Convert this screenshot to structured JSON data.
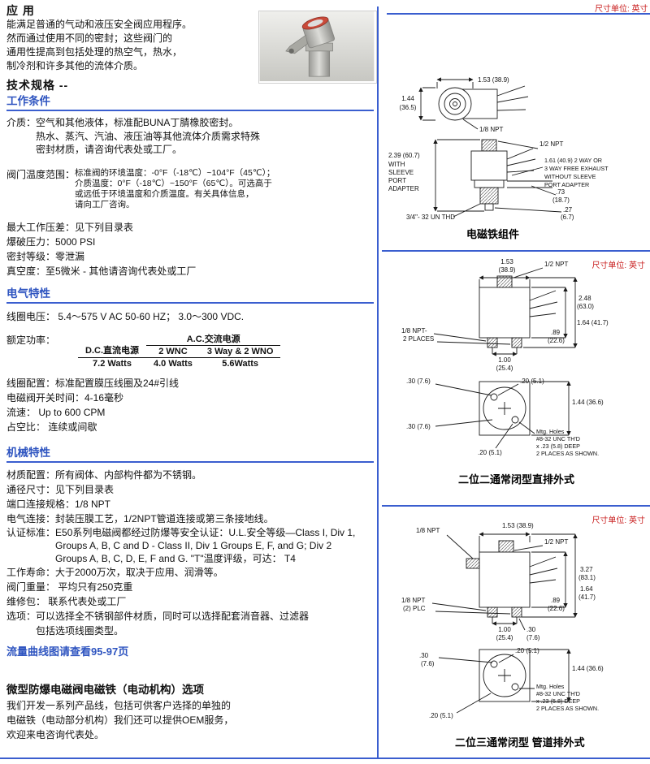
{
  "left": {
    "application": {
      "title": "应 用",
      "lines": [
        "能满足普通的气动和液压安全阀应用程序。",
        "然而通过使用不同的密封；这些阀门的",
        "通用性提高到包括处理的热空气，热水，",
        "制冷剂和许多其他的流体介质。"
      ]
    },
    "tech_title": "技术规格 --",
    "working": {
      "title": "工作条件",
      "medium_label": "介质：",
      "medium_lines": [
        "空气和其他液体，标准配BUNA丁腈橡胶密封。",
        "热水、蒸汽、汽油、液压油等其他流体介质需求特殊",
        "密封材质，请咨询代表处或工厂。"
      ],
      "temp_label": "阀门温度范围：",
      "temp_lines": [
        "标准阀的环境温度：-0°F（-18℃）~104°F（45℃）；",
        "介质温度：0°F（-18℃）~150°F（65℃）。可选高于",
        "或远低于环境温度和介质温度。有关具体信息，",
        "请向工厂咨询。"
      ],
      "items": [
        "最大工作压差：见下列目录表",
        "爆破压力：5000 PSI",
        "密封等级：零泄漏",
        "真空度：至5微米 - 其他请咨询代表处或工厂"
      ]
    },
    "electrical": {
      "title": "电气特性",
      "coil_voltage": "线圈电压： 5.4～575 V AC 50-60 HZ；  3.0～300 VDC.",
      "power_label": "额定功率：",
      "table": {
        "ac_header": "A.C.交流电源",
        "col1": "D.C.直流电源",
        "col2": "2 WNC",
        "col3": "3 Way & 2 WNO",
        "v1": "7.2 Watts",
        "v2": "4.0 Watts",
        "v3": "5.6Watts"
      },
      "items": [
        "线圈配置：标准配置膜压线圈及24#引线",
        "电磁阀开关时间：4-16毫秒",
        "流速： Up to 600 CPM",
        "占空比： 连续或间歇"
      ]
    },
    "mechanical": {
      "title": "机械特性",
      "items": [
        "材质配置：所有阀体、内部构件都为不锈钢。",
        "通径尺寸：见下列目录表",
        "端口连接规格：1/8 NPT",
        "电气连接：封装压膜工艺，1/2NPT管道连接或第三条接地线。"
      ],
      "cert_label": "认证标准：",
      "cert_lines": [
        "E50系列电磁阀都经过防爆等安全认证：U.L.安全等级—Class I, Div 1,",
        "Groups A, B, C and D - Class II, Div 1 Groups E, F, and G; Div 2",
        "Groups A, B, C, D, E, F and G. \"T\"温度评级，可达：  T4"
      ],
      "items2": [
        "工作寿命：大于2000万次，取决于应用、润滑等。",
        "阀门重量： 平均只有250克重",
        "维修包： 联系代表处或工厂",
        "选项：可以选择全不锈钢部件材质，同时可以选择配套消音器、过滤器",
        "包括选项线圈类型。"
      ]
    },
    "flow_note": "流量曲线图请查看95-97页",
    "micro": {
      "title": "微型防爆电磁阀电磁铁（电动机构）选项",
      "lines": [
        "我们开发一系列产品线，包括可供客户选择的单独的",
        "电磁铁（电动部分机构）我们还可以提供OEM服务，",
        "欢迎来电咨询代表处。"
      ]
    }
  },
  "right": {
    "unit_note": "尺寸单位: 英寸",
    "panel1": {
      "caption": "电磁铁组件",
      "labels": {
        "dim153": "1.53 (38.9)",
        "dim144a": "1.44",
        "dim144b": "(36.5)",
        "npt18": "1/8 NPT",
        "dim239": "2.39 (60.7)",
        "with": "WITH",
        "sleeve": "SLEEVE",
        "port": "PORT",
        "adapter": "ADAPTER",
        "npt12": "1/2 NPT",
        "l161a": "1.61 (40.9) 2 WAY OR",
        "l161b": "3 WAY FREE EXHAUST",
        "l161c": "WITHOUT SLEEVE",
        "l161d": "PORT ADAPTER",
        "dim73a": ".73",
        "dim73b": "(18.7)",
        "dim27a": ".27",
        "dim27b": "(6.7)",
        "thd": "3/4\"- 32 UN THD"
      }
    },
    "panel2": {
      "caption": "二位二通常闭型直排外式",
      "labels": {
        "dim153a": "1.53",
        "dim153b": "(38.9)",
        "npt12": "1/2 NPT",
        "dim248a": "2.48",
        "dim248b": "(63.0)",
        "dim164": "1.64 (41.7)",
        "dim89a": ".89",
        "dim89b": "(22.6)",
        "npt18a": "1/8 NPT-",
        "npt18b": "2 PLACES",
        "dim100a": "1.00",
        "dim100b": "(25.4)",
        "dim30t": ".30 (7.6)",
        "dim20t": ".20 (5.1)",
        "dim144": "1.44 (36.6)",
        "dim30b": ".30 (7.6)",
        "dim20b": ".20 (5.1)",
        "mtg1": "Mtg. Holes",
        "mtg2": "#8-32 UNC TH'D",
        "mtg3": "x .23 (5.8) DEEP",
        "mtg4": "2 PLACES AS SHOWN."
      }
    },
    "panel3": {
      "caption": "二位三通常闭型 管道排外式",
      "labels": {
        "npt18top": "1/8 NPT",
        "dim153": "1.53 (38.9)",
        "npt12": "1/2 NPT",
        "dim327a": "3.27",
        "dim327b": "(83.1)",
        "dim164a": "1.64",
        "dim164b": "(41.7)",
        "dim89a": ".89",
        "dim89b": "(22.6)",
        "npt18a": "1/8 NPT",
        "npt18b": "(2) PLC",
        "dim100a": "1.00",
        "dim100b": "(25.4)",
        "dim30ra": ".30",
        "dim30rb": "(7.6)",
        "dim30la": ".30",
        "dim30lb": "(7.6)",
        "dim20t": ".20 (5.1)",
        "dim144": "1.44 (36.6)",
        "mtg1": "Mtg. Holes",
        "mtg2": "#8-32 UNC TH'D",
        "mtg3": "x .23 (5.8) DEEP",
        "mtg4": "2 PLACES AS SHOWN.",
        "dim20b": ".20 (5.1)"
      }
    }
  }
}
